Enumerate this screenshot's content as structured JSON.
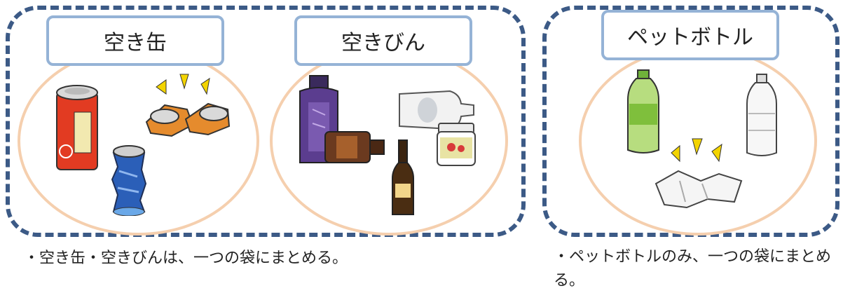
{
  "groups": {
    "can_label": "空き缶",
    "bin_label": "空きびん",
    "pet_label": "ペットボトル"
  },
  "notes": {
    "left": "・空き缶・空きびんは、一つの袋にまとめる。",
    "right": "・ペットボトルのみ、一つの袋にまとめる。"
  },
  "icons": {
    "can_items": [
      "red-can-icon",
      "blue-crushed-can-icon",
      "flattened-cans-icon"
    ],
    "bin_items": [
      "purple-bottle-icon",
      "brown-bottle-icon",
      "clear-jar-icon",
      "jam-jar-icon",
      "beer-bottle-icon"
    ],
    "pet_items": [
      "green-pet-bottle-icon",
      "clear-pet-bottle-icon",
      "crushed-pet-bottle-icon"
    ]
  },
  "colors": {
    "frame": "#3c5a86",
    "circle": "#f5cfae",
    "label_border": "#95b3d6",
    "accent_yellow": "#f3d400"
  }
}
